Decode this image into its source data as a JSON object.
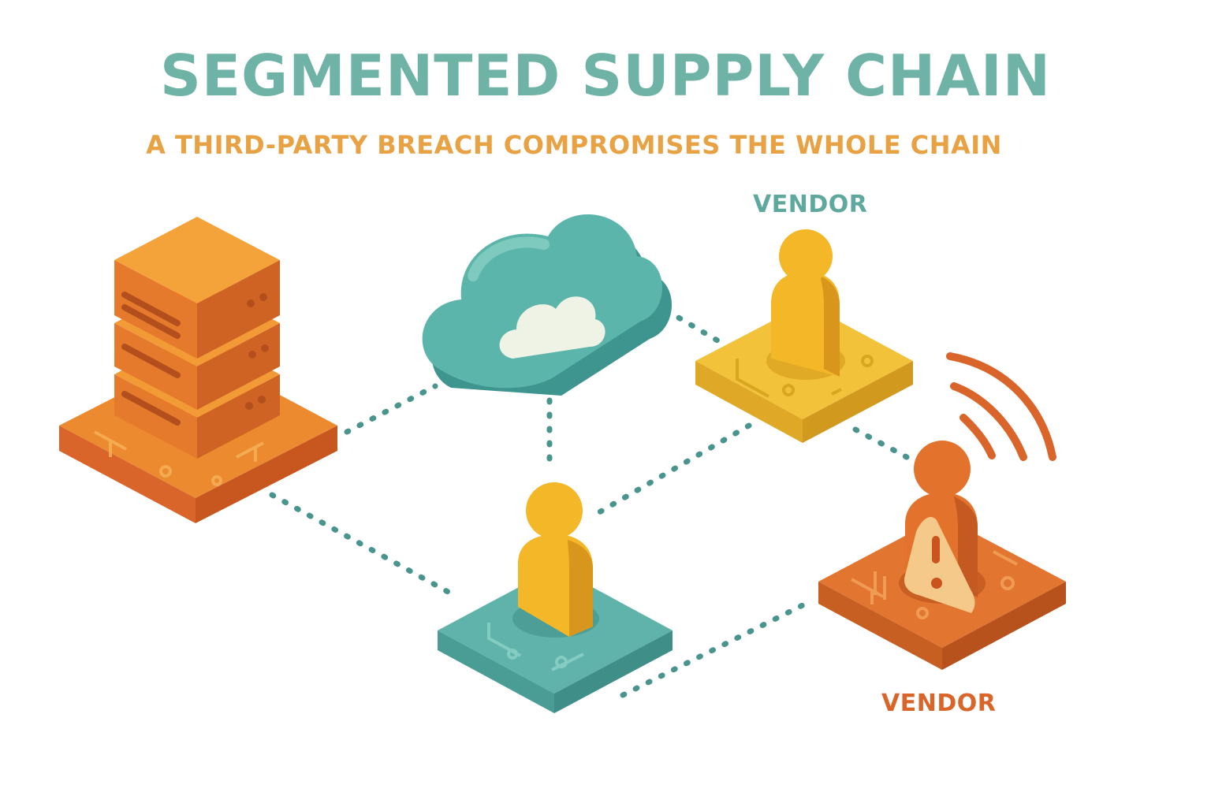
{
  "title": "SEGMENTED SUPPLY CHAIN",
  "subtitle": "A THIRD-PARTY BREACH COMPROMISES THE WHOLE CHAIN",
  "labels": {
    "vendor_top": "VENDOR",
    "vendor_bottom": "VENDOR"
  },
  "colors": {
    "teal_text": "#6fb3a6",
    "orange_text": "#e8a243",
    "vendor_orange": "#d9652b",
    "teal": "#4fa9a2",
    "yellow": "#f1b62a",
    "orange": "#e6762d",
    "connector": "#4a948e"
  },
  "nodes": {
    "server": {
      "icon": "server-stack-icon",
      "state": "normal"
    },
    "cloud": {
      "icon": "cloud-icon",
      "state": "normal"
    },
    "vendor_top": {
      "icon": "person-icon",
      "state": "normal"
    },
    "center_user": {
      "icon": "person-icon",
      "state": "normal"
    },
    "vendor_bottom": {
      "icon": "person-icon",
      "state": "breached",
      "alert": "warning-icon",
      "signal": "signal-waves-icon"
    }
  }
}
